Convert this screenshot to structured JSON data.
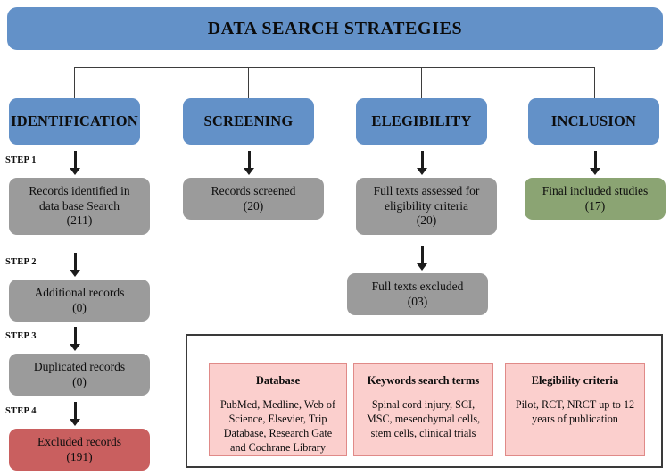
{
  "title": "DATA SEARCH STRATEGIES",
  "colors": {
    "header_blue": "#6391c8",
    "gray": "#9b9b9b",
    "red": "#c95f5f",
    "green": "#8ba473",
    "pink_fill": "#fbcfcd",
    "pink_border": "#e08a88",
    "connector": "#3d3d3d",
    "panel_border": "#3a3a3a"
  },
  "columns": [
    {
      "header": "IDENTIFICATION"
    },
    {
      "header": "SCREENING"
    },
    {
      "header": "ELEGIBILITY"
    },
    {
      "header": "INCLUSION"
    }
  ],
  "steps": [
    {
      "label": "STEP 1"
    },
    {
      "label": "STEP 2"
    },
    {
      "label": "STEP 3"
    },
    {
      "label": "STEP 4"
    }
  ],
  "nodes": {
    "records_identified": {
      "line1": "Records  identified  in",
      "line2": "data base Search",
      "line3": "(211)"
    },
    "additional_records": {
      "line1": "Additional  records",
      "line2": "(0)"
    },
    "duplicated_records": {
      "line1": "Duplicated  records",
      "line2": "(0)"
    },
    "excluded_records": {
      "line1": "Excluded  records",
      "line2": "(191)"
    },
    "records_screened": {
      "line1": "Records  screened",
      "line2": "(20)"
    },
    "full_texts_assessed": {
      "line1": "Full  texts  assessed  for",
      "line2": "eligibility  criteria",
      "line3": "(20)"
    },
    "full_texts_excluded": {
      "line1": "Full  texts  excluded",
      "line2": "(03)"
    },
    "final_included": {
      "line1": "Final  included  studies",
      "line2": "(17)"
    }
  },
  "panel": {
    "database": {
      "title": "Database",
      "body": "PubMed, Medline, Web of Science, Elsevier, Trip Database, Research Gate and Cochrane Library"
    },
    "keywords": {
      "title": "Keywords search terms",
      "body": "Spinal cord injury, SCI, MSC, mesenchymal cells, stem cells, clinical trials"
    },
    "eligibility": {
      "title": "Elegibility criteria",
      "body": "Pilot, RCT, NRCT up to 12 years of publication"
    }
  }
}
